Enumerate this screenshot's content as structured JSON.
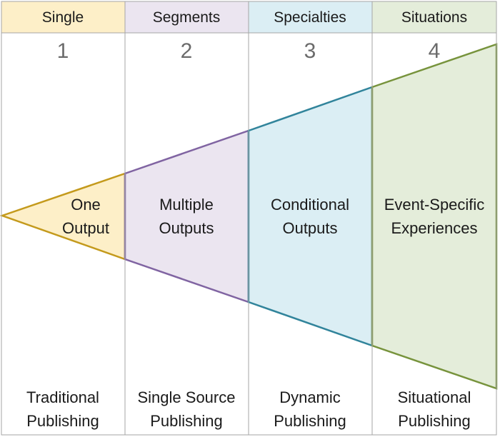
{
  "columns": [
    {
      "header": "Single",
      "number": "1",
      "segment_lines": [
        "One",
        "Output"
      ],
      "footer_lines": [
        "Traditional",
        "Publishing"
      ],
      "header_color": "#fdefc8",
      "fill_color": "#fdefc8",
      "stroke_color": "#c49a1c"
    },
    {
      "header": "Segments",
      "number": "2",
      "segment_lines": [
        "Multiple",
        "Outputs"
      ],
      "footer_lines": [
        "Single Source",
        "Publishing"
      ],
      "header_color": "#ebe5f0",
      "fill_color": "#ebe5f0",
      "stroke_color": "#8064a2"
    },
    {
      "header": "Specialties",
      "number": "3",
      "segment_lines": [
        "Conditional",
        "Outputs"
      ],
      "footer_lines": [
        "Dynamic",
        "Publishing"
      ],
      "header_color": "#dbeef4",
      "fill_color": "#dbeef4",
      "stroke_color": "#31849b"
    },
    {
      "header": "Situations",
      "number": "4",
      "segment_lines": [
        "Event-Specific",
        "Experiences"
      ],
      "footer_lines": [
        "Situational",
        "Publishing"
      ],
      "header_color": "#e4edda",
      "fill_color": "#e4edda",
      "stroke_color": "#77933c"
    }
  ],
  "grid_color": "#a6a6a6"
}
